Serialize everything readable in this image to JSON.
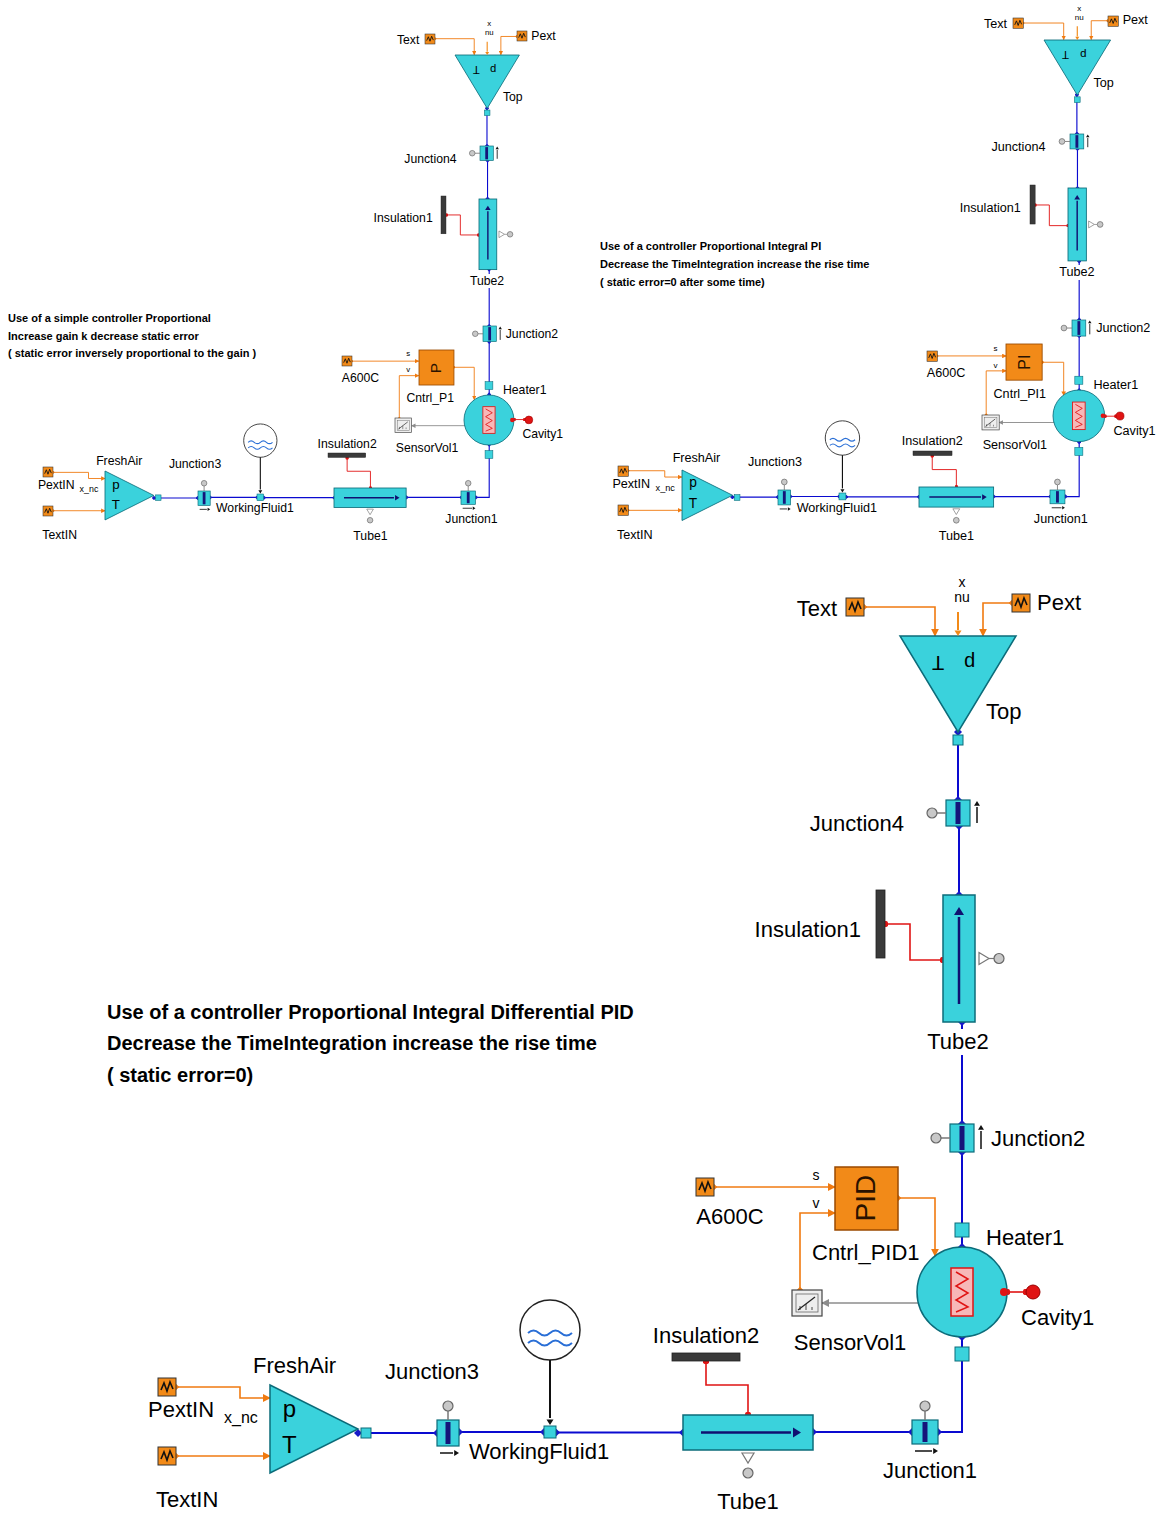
{
  "diagram": {
    "nodes": [
      {
        "text": [
          "Text"
        ]
      },
      {
        "text": [
          "Pext"
        ]
      },
      {
        "text": [
          "T",
          "p",
          "Top"
        ]
      },
      {
        "text": [
          "Junction4"
        ]
      },
      {
        "text": [
          "Insulation1"
        ]
      },
      {
        "text": [
          "Tube2"
        ]
      },
      {
        "text": [
          "Junction2"
        ]
      },
      {
        "text": [
          "A600C"
        ]
      },
      {
        "text": [
          "P",
          "Cntrl_P1"
        ]
      },
      {
        "text": [
          "Heater1"
        ]
      },
      {
        "text": [
          "Cavity1"
        ]
      },
      {
        "text": [
          "SensorVol1"
        ]
      },
      {
        "text": [
          "p",
          "T",
          "FreshAir"
        ]
      },
      {
        "text": [
          "PextIN"
        ]
      },
      {
        "text": [
          "TextIN"
        ]
      },
      {
        "text": [
          "Junction3"
        ]
      },
      {
        "text": [
          "WorkingFluid1"
        ]
      },
      {
        "text": [
          "Insulation2"
        ]
      },
      {
        "text": [
          "Tube1"
        ]
      },
      {
        "text": [
          "Junction1"
        ]
      },
      {
        "text": [
          "Text"
        ]
      },
      {
        "text": [
          "Pext"
        ]
      },
      {
        "text": [
          "T",
          "p",
          "Top"
        ]
      },
      {
        "text": [
          "Junction4"
        ]
      },
      {
        "text": [
          "Insulation1"
        ]
      },
      {
        "text": [
          "Tube2"
        ]
      },
      {
        "text": [
          "Junction2"
        ]
      },
      {
        "text": [
          "A600C"
        ]
      },
      {
        "text": [
          "PI",
          "Cntrl_PI1"
        ]
      },
      {
        "text": [
          "Heater1"
        ]
      },
      {
        "text": [
          "Cavity1"
        ]
      },
      {
        "text": [
          "SensorVol1"
        ]
      },
      {
        "text": [
          "p",
          "T",
          "FreshAir"
        ]
      },
      {
        "text": [
          "PextIN"
        ]
      },
      {
        "text": [
          "TextIN"
        ]
      },
      {
        "text": [
          "Junction3"
        ]
      },
      {
        "text": [
          "WorkingFluid1"
        ]
      },
      {
        "text": [
          "Insulation2"
        ]
      },
      {
        "text": [
          "Tube1"
        ]
      },
      {
        "text": [
          "Junction1"
        ]
      },
      {
        "text": [
          "Text"
        ]
      },
      {
        "text": [
          "Pext"
        ]
      },
      {
        "text": [
          "T",
          "p",
          "Top"
        ]
      },
      {
        "text": [
          "Junction4"
        ]
      },
      {
        "text": [
          "Insulation1"
        ]
      },
      {
        "text": [
          "Tube2"
        ]
      },
      {
        "text": [
          "Junction2"
        ]
      },
      {
        "text": [
          "A600C"
        ]
      },
      {
        "text": [
          "PID",
          "Cntrl_PID1"
        ]
      },
      {
        "text": [
          "Heater1"
        ]
      },
      {
        "text": [
          "Cavity1"
        ]
      },
      {
        "text": [
          "SensorVol1"
        ]
      },
      {
        "text": [
          "p",
          "T",
          "FreshAir"
        ]
      },
      {
        "text": [
          "PextIN"
        ]
      },
      {
        "text": [
          "TextIN"
        ]
      },
      {
        "text": [
          "Junction3"
        ]
      },
      {
        "text": [
          "WorkingFluid1"
        ]
      },
      {
        "text": [
          "Insulation2"
        ]
      },
      {
        "text": [
          "Tube1"
        ]
      },
      {
        "text": [
          "Junction1"
        ]
      }
    ],
    "edges": [
      {
        "from": 0,
        "to": 2,
        "arrow": "to"
      },
      {
        "from": 1,
        "to": 2,
        "arrow": "to"
      },
      {
        "from": 2,
        "to": 3,
        "arrow": "none"
      },
      {
        "from": 3,
        "to": 5,
        "arrow": "none"
      },
      {
        "from": 4,
        "to": 5,
        "arrow": "none"
      },
      {
        "from": 5,
        "to": 6,
        "arrow": "none"
      },
      {
        "from": 6,
        "to": 9,
        "arrow": "none"
      },
      {
        "from": 7,
        "to": 8,
        "arrow": "to"
      },
      {
        "from": 11,
        "to": 8,
        "arrow": "to"
      },
      {
        "from": 8,
        "to": 9,
        "arrow": "to"
      },
      {
        "from": 9,
        "to": 10,
        "arrow": "none"
      },
      {
        "from": 9,
        "to": 11,
        "arrow": "to"
      },
      {
        "from": 13,
        "to": 12,
        "arrow": "to"
      },
      {
        "from": 14,
        "to": 12,
        "arrow": "to"
      },
      {
        "from": 12,
        "to": 15,
        "arrow": "none"
      },
      {
        "from": 15,
        "to": 16,
        "arrow": "none"
      },
      {
        "from": 16,
        "to": 18,
        "arrow": "none"
      },
      {
        "from": 17,
        "to": 18,
        "arrow": "none"
      },
      {
        "from": 18,
        "to": 19,
        "arrow": "none"
      },
      {
        "from": 19,
        "to": 9,
        "arrow": "none"
      },
      {
        "from": 20,
        "to": 22,
        "arrow": "to"
      },
      {
        "from": 21,
        "to": 22,
        "arrow": "to"
      },
      {
        "from": 22,
        "to": 23,
        "arrow": "none"
      },
      {
        "from": 23,
        "to": 25,
        "arrow": "none"
      },
      {
        "from": 24,
        "to": 25,
        "arrow": "none"
      },
      {
        "from": 25,
        "to": 26,
        "arrow": "none"
      },
      {
        "from": 26,
        "to": 29,
        "arrow": "none"
      },
      {
        "from": 27,
        "to": 28,
        "arrow": "to"
      },
      {
        "from": 31,
        "to": 28,
        "arrow": "to"
      },
      {
        "from": 28,
        "to": 29,
        "arrow": "to"
      },
      {
        "from": 29,
        "to": 30,
        "arrow": "none"
      },
      {
        "from": 29,
        "to": 31,
        "arrow": "to"
      },
      {
        "from": 33,
        "to": 32,
        "arrow": "to"
      },
      {
        "from": 34,
        "to": 32,
        "arrow": "to"
      },
      {
        "from": 32,
        "to": 35,
        "arrow": "none"
      },
      {
        "from": 35,
        "to": 36,
        "arrow": "none"
      },
      {
        "from": 36,
        "to": 38,
        "arrow": "none"
      },
      {
        "from": 37,
        "to": 38,
        "arrow": "none"
      },
      {
        "from": 38,
        "to": 39,
        "arrow": "none"
      },
      {
        "from": 39,
        "to": 29,
        "arrow": "none"
      },
      {
        "from": 40,
        "to": 42,
        "arrow": "to"
      },
      {
        "from": 41,
        "to": 42,
        "arrow": "to"
      },
      {
        "from": 42,
        "to": 43,
        "arrow": "none"
      },
      {
        "from": 43,
        "to": 45,
        "arrow": "none"
      },
      {
        "from": 44,
        "to": 45,
        "arrow": "none"
      },
      {
        "from": 45,
        "to": 46,
        "arrow": "none"
      },
      {
        "from": 46,
        "to": 49,
        "arrow": "none"
      },
      {
        "from": 47,
        "to": 48,
        "arrow": "to"
      },
      {
        "from": 51,
        "to": 48,
        "arrow": "to"
      },
      {
        "from": 48,
        "to": 49,
        "arrow": "to"
      },
      {
        "from": 49,
        "to": 50,
        "arrow": "none"
      },
      {
        "from": 49,
        "to": 51,
        "arrow": "to"
      },
      {
        "from": 53,
        "to": 52,
        "arrow": "to"
      },
      {
        "from": 54,
        "to": 52,
        "arrow": "to"
      },
      {
        "from": 52,
        "to": 55,
        "arrow": "none"
      },
      {
        "from": 55,
        "to": 56,
        "arrow": "none"
      },
      {
        "from": 56,
        "to": 58,
        "arrow": "none"
      },
      {
        "from": 57,
        "to": 58,
        "arrow": "none"
      },
      {
        "from": 58,
        "to": 59,
        "arrow": "none"
      },
      {
        "from": 59,
        "to": 49,
        "arrow": "none"
      }
    ],
    "labels": [
      "Use of a simple controller Proportional",
      "Increase gain k decrease static error",
      "( static error inversely proportional to the gain )",
      "x",
      "nu",
      "s",
      "v",
      "x_nc",
      "Use of a controller Proportional Integral PI",
      "Decrease the TimeIntegration increase the rise time",
      "( static error=0 after some time)",
      "x",
      "nu",
      "s",
      "v",
      "x_nc",
      "Use of a controller Proportional Integral Differential PID",
      "Decrease the TimeIntegration increase the rise time",
      "( static error=0)",
      "x",
      "nu",
      "s",
      "v",
      "x_nc"
    ]
  }
}
